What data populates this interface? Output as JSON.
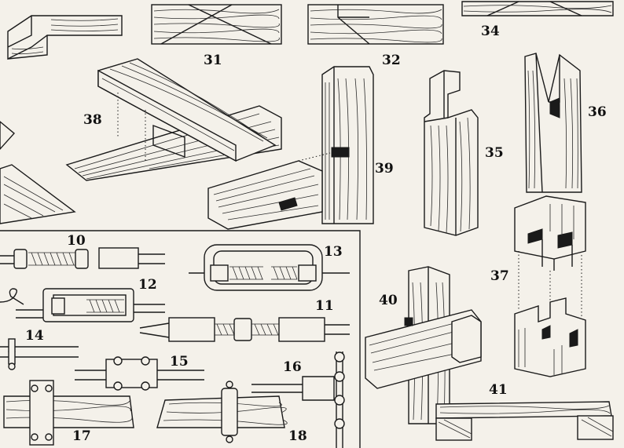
{
  "figures": {
    "f10": "10",
    "f11": "11",
    "f12": "12",
    "f13": "13",
    "f14": "14",
    "f15": "15",
    "f16": "16",
    "f17": "17",
    "f18": "18",
    "f31": "31",
    "f32": "32",
    "f34": "34",
    "f35": "35",
    "f36": "36",
    "f37": "37",
    "f38": "38",
    "f39": "39",
    "f40": "40",
    "f41": "41"
  },
  "colors": {
    "paper": "#f4f1ea",
    "ink": "#1a1a1a"
  }
}
